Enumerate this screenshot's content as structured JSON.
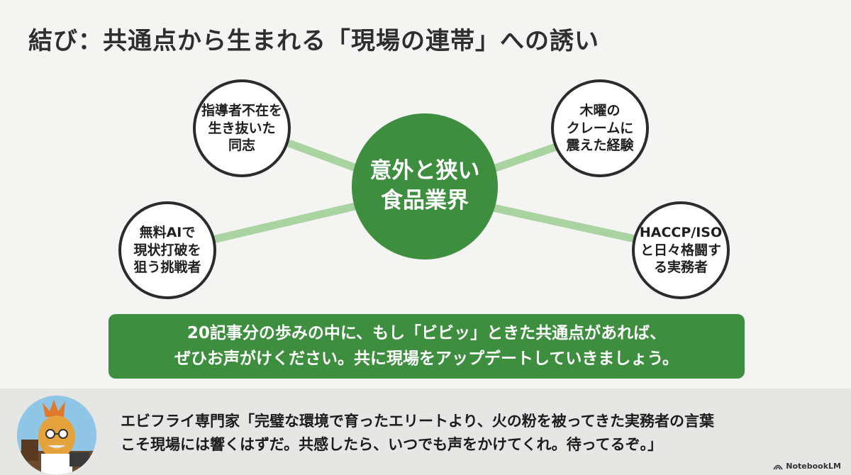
{
  "title": "結び：共通点から生まれる「現場の連帯」への誘い",
  "center": {
    "label": "意外と狭い\n食品業界"
  },
  "nodes": {
    "top_left": "指導者不在を\n生き抜いた\n同志",
    "bottom_left": "無料AIで\n現状打破を\n狙う挑戦者",
    "top_right": "木曜の\nクレームに\n震えた経験",
    "bottom_right": "HACCP/ISO\nと日々格闘す\nる実務者"
  },
  "banner": {
    "line1": "20記事分の歩みの中に、もし「ビビッ」ときた共通点があれば、",
    "line2": "ぜひお声がけください。共に現場をアップデートしていきましょう。"
  },
  "footer": {
    "quote_line1": "エビフライ専門家「完璧な環境で育ったエリートより、火の粉を被ってきた実務者の言葉",
    "quote_line2": "こそ現場には響くはずだ。共感したら、いつでも声をかけてくれ。待ってるぞ。」",
    "brand": "NotebookLM"
  },
  "colors": {
    "accent_green": "#3e8e3f",
    "connector_green": "#a9d3a0",
    "node_border": "#2b2b2b"
  },
  "icons": {
    "avatar": "ebi-fry-expert-avatar",
    "brand": "notebooklm-logo-icon"
  }
}
